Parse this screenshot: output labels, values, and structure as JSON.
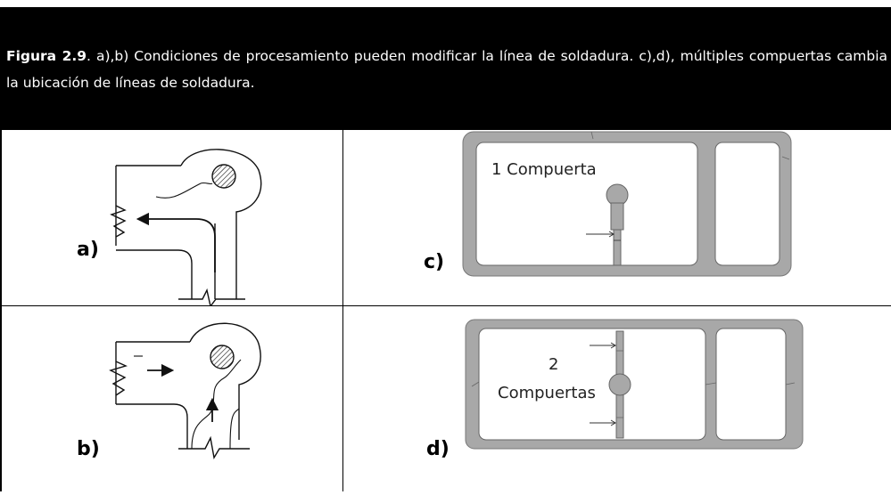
{
  "caption": {
    "prefix": "Figura 2.9",
    "text": ".  a),b) Condiciones de procesamiento pueden modificar la línea de soldadura. c),d), múltiples compuertas cambia la ubicación de líneas de soldadura."
  },
  "panels": {
    "a": {
      "label": "a)"
    },
    "b": {
      "label": "b)"
    },
    "c": {
      "label": "c)",
      "gate_text": "1 Compuerta"
    },
    "d": {
      "label": "d)",
      "gate_number": "2",
      "gate_word": "Compuertas"
    }
  },
  "colors": {
    "caption_bg": "#000000",
    "caption_text": "#ffffff",
    "part_fill": "#a8a8a8"
  }
}
